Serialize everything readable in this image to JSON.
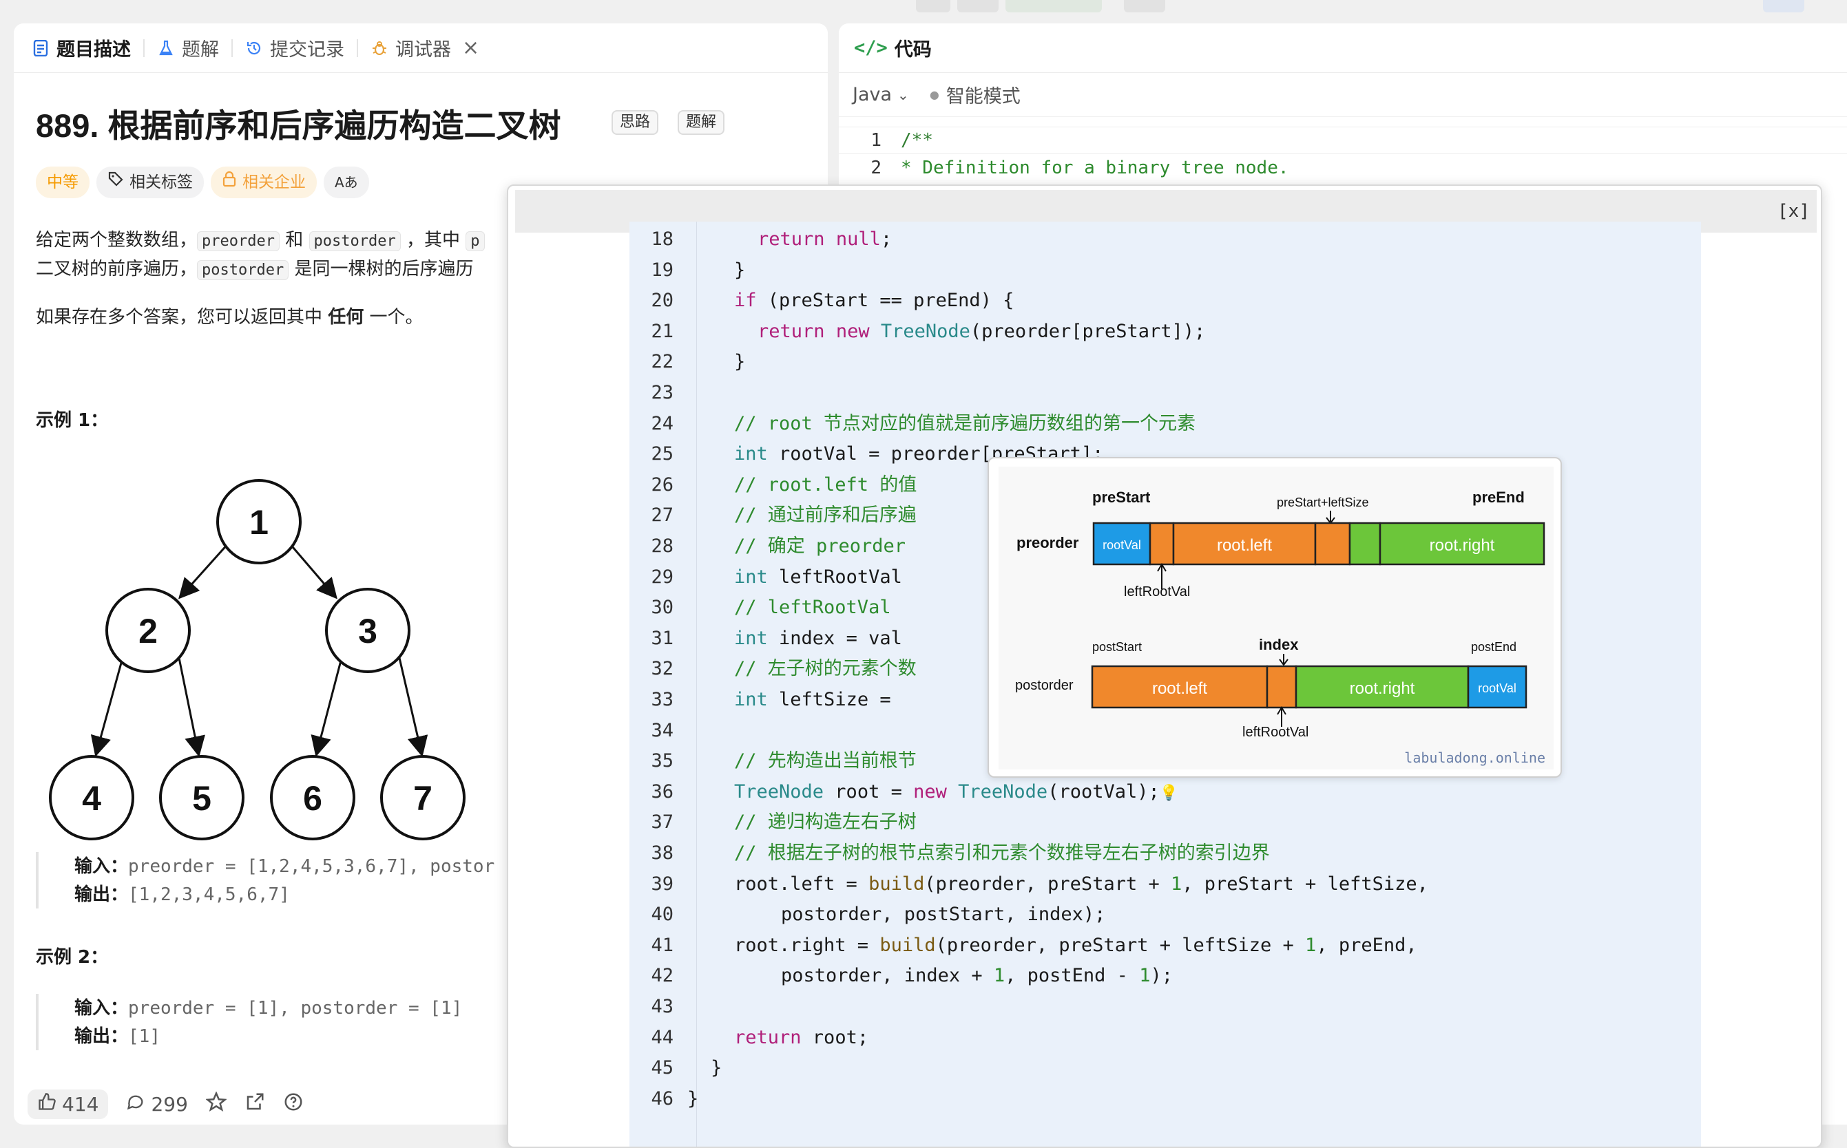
{
  "left_tabs": [
    {
      "label": "题目描述",
      "icon": "document-icon"
    },
    {
      "label": "题解",
      "icon": "flask-icon"
    },
    {
      "label": "提交记录",
      "icon": "history-icon"
    },
    {
      "label": "调试器",
      "icon": "bug-icon"
    }
  ],
  "problem": {
    "title": "889. 根据前序和后序遍历构造二叉树",
    "chip1": "思路",
    "chip2": "题解",
    "difficulty": "中等",
    "tag_related": "相关标签",
    "tag_company": "相关企业",
    "tag_font": "Aあ",
    "desc1_a": "给定两个整数数组，",
    "desc1_code1": "preorder",
    "desc1_b": " 和 ",
    "desc1_code2": "postorder",
    "desc1_c": " ，其中 ",
    "desc1_code3": "p",
    "desc2_a": "二叉树的前序遍历，",
    "desc2_code": "postorder",
    "desc2_b": " 是同一棵树的后序遍历",
    "desc3_a": "如果存在多个答案，您可以返回其中 ",
    "desc3_bold": "任何",
    "desc3_b": " 一个。",
    "example1_heading": "示例 1：",
    "example1_input_label": "输入：",
    "example1_input": "preorder = [1,2,4,5,3,6,7], postor",
    "example1_output_label": "输出：",
    "example1_output": "[1,2,3,4,5,6,7]",
    "example2_heading": "示例 2：",
    "example2_input_label": "输入：",
    "example2_input": "preorder = [1], postorder = [1]",
    "example2_output_label": "输出：",
    "example2_output": "[1]",
    "tree_nodes": [
      "1",
      "2",
      "3",
      "4",
      "5",
      "6",
      "7"
    ]
  },
  "footer": {
    "likes": "414",
    "comments": "299"
  },
  "code_panel": {
    "title": "代码",
    "language": "Java",
    "mode": "智能模式",
    "lines": [
      {
        "n": "1",
        "text": "/**"
      },
      {
        "n": "2",
        "text": "* Definition for a binary tree node."
      }
    ]
  },
  "overlay": {
    "close": "[x]",
    "lines": [
      {
        "n": "18",
        "text": "return null;"
      },
      {
        "n": "19",
        "text": "}"
      },
      {
        "n": "20",
        "text": "if (preStart == preEnd) {"
      },
      {
        "n": "21",
        "text": "return new TreeNode(preorder[preStart]);"
      },
      {
        "n": "22",
        "text": "}"
      },
      {
        "n": "23",
        "text": ""
      },
      {
        "n": "24",
        "text": "// root 节点对应的值就是前序遍历数组的第一个元素"
      },
      {
        "n": "25",
        "text": "int rootVal = preorder[preStart];"
      },
      {
        "n": "26",
        "text": "// root.left 的值"
      },
      {
        "n": "27",
        "text": "// 通过前序和后序遍"
      },
      {
        "n": "28",
        "text": "// 确定 preorder"
      },
      {
        "n": "29",
        "text": "int leftRootVal"
      },
      {
        "n": "30",
        "text": "// leftRootVal "
      },
      {
        "n": "31",
        "text": "int index = val"
      },
      {
        "n": "32",
        "text": "// 左子树的元素个数"
      },
      {
        "n": "33",
        "text": "int leftSize = "
      },
      {
        "n": "34",
        "text": ""
      },
      {
        "n": "35",
        "text": "// 先构造出当前根节"
      },
      {
        "n": "36",
        "text": "TreeNode root = new TreeNode(rootVal);"
      },
      {
        "n": "37",
        "text": "// 递归构造左右子树"
      },
      {
        "n": "38",
        "text": "// 根据左子树的根节点索引和元素个数推导左右子树的索引边界"
      },
      {
        "n": "39",
        "text": "root.left = build(preorder, preStart + 1, preStart + leftSize,"
      },
      {
        "n": "40",
        "text": "postorder, postStart, index);"
      },
      {
        "n": "41",
        "text": "root.right = build(preorder, preStart + leftSize + 1, preEnd,"
      },
      {
        "n": "42",
        "text": "postorder, index + 1, postEnd - 1);"
      },
      {
        "n": "43",
        "text": ""
      },
      {
        "n": "44",
        "text": "return root;"
      },
      {
        "n": "45",
        "text": "}"
      },
      {
        "n": "46",
        "text": "}"
      }
    ]
  },
  "diagram": {
    "preStart": "preStart",
    "preStartLeftSize": "preStart+leftSize",
    "preEnd": "preEnd",
    "preorder": "preorder",
    "rootVal": "rootVal",
    "rootLeft": "root.left",
    "rootRight": "root.right",
    "leftRootVal": "leftRootVal",
    "postStart": "postStart",
    "index": "index",
    "postEnd": "postEnd",
    "postorder": "postorder",
    "watermark": "labuladong.online",
    "colors": {
      "blue": "#1e9be6",
      "orange": "#f0882c",
      "green": "#6cc63a"
    }
  }
}
